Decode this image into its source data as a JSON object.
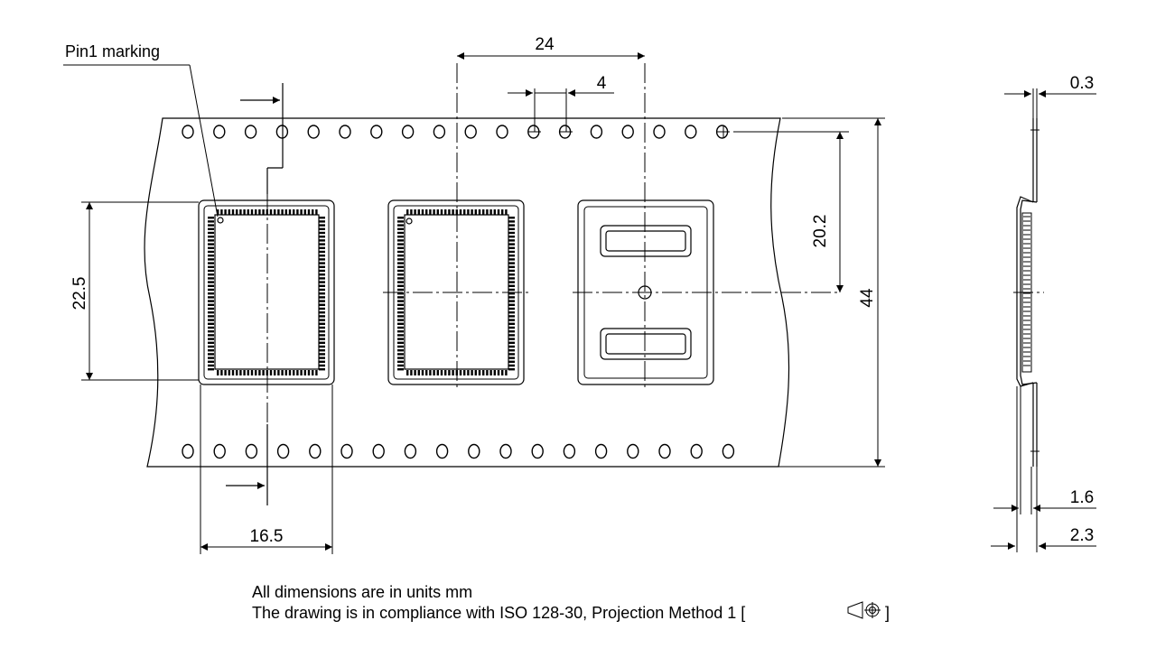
{
  "labels": {
    "pin1": "Pin1 marking"
  },
  "dimensions": {
    "pitch": "24",
    "hole_pitch": "4",
    "thickness": "0.3",
    "offset": "20.2",
    "package_height": "22.5",
    "tape_width": "44",
    "package_width": "16.5",
    "pocket_depth": "1.6",
    "total_depth": "2.3"
  },
  "notes": {
    "units": "All dimensions are in units mm",
    "compliance": "The drawing is in compliance with ISO 128-30, Projection Method 1 ["
  }
}
